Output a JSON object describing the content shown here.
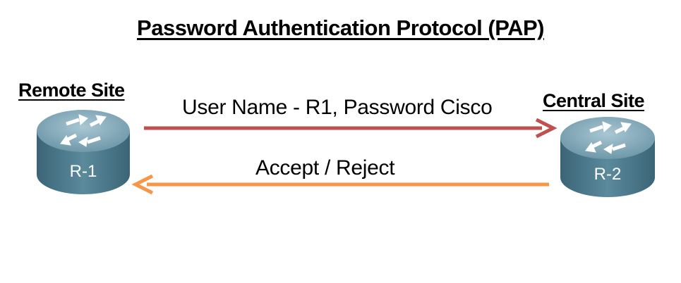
{
  "title": "Password Authentication Protocol (PAP)",
  "sites": {
    "remote": {
      "label": "Remote Site",
      "router": "R-1"
    },
    "central": {
      "label": "Central Site",
      "router": "R-2"
    }
  },
  "messages": {
    "request": "User Name -  R1, Password Cisco",
    "response": "Accept / Reject"
  },
  "colors": {
    "request_arrow": "#c0504d",
    "response_arrow": "#f79646",
    "router_body": "#4f7d8e",
    "router_top": "#7fa7b8"
  }
}
